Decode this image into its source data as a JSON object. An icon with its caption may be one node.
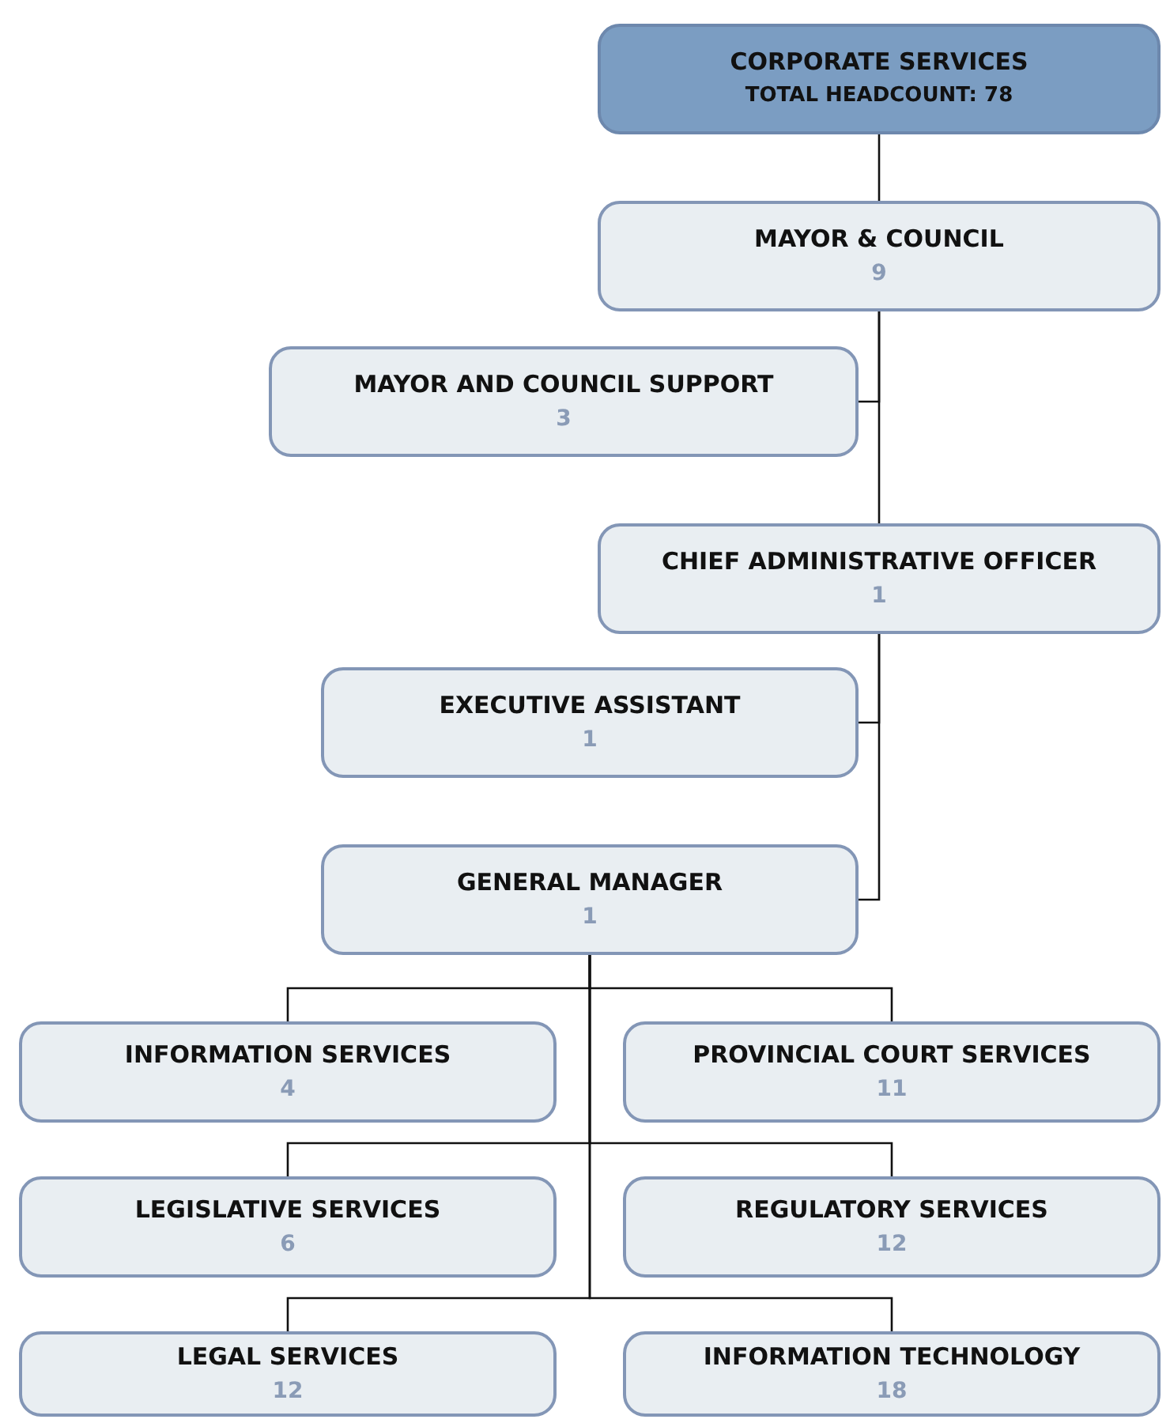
{
  "diagram": {
    "nodes": [
      {
        "text": [
          "CORPORATE SERVICES",
          "TOTAL HEADCOUNT: 78"
        ]
      },
      {
        "text": [
          "MAYOR & COUNCIL",
          "9"
        ]
      },
      {
        "text": [
          "MAYOR AND COUNCIL SUPPORT",
          "3"
        ]
      },
      {
        "text": [
          "CHIEF ADMINISTRATIVE OFFICER",
          "1"
        ]
      },
      {
        "text": [
          "EXECUTIVE ASSISTANT",
          "1"
        ]
      },
      {
        "text": [
          "GENERAL MANAGER",
          "1"
        ]
      },
      {
        "text": [
          "INFORMATION SERVICES",
          "4"
        ]
      },
      {
        "text": [
          "PROVINCIAL COURT SERVICES",
          "11"
        ]
      },
      {
        "text": [
          "LEGISLATIVE SERVICES",
          "6"
        ]
      },
      {
        "text": [
          "REGULATORY SERVICES",
          "12"
        ]
      },
      {
        "text": [
          "LEGAL SERVICES",
          "12"
        ]
      },
      {
        "text": [
          "INFORMATION TECHNOLOGY",
          "18"
        ]
      }
    ],
    "edges": [
      {
        "from": 0,
        "to": 1,
        "arrow": "none"
      },
      {
        "from": 1,
        "to": 2,
        "arrow": "none"
      },
      {
        "from": 1,
        "to": 3,
        "arrow": "none"
      },
      {
        "from": 3,
        "to": 4,
        "arrow": "none"
      },
      {
        "from": 3,
        "to": 5,
        "arrow": "none"
      },
      {
        "from": 5,
        "to": 6,
        "arrow": "none"
      },
      {
        "from": 5,
        "to": 7,
        "arrow": "none"
      },
      {
        "from": 5,
        "to": 8,
        "arrow": "none"
      },
      {
        "from": 5,
        "to": 9,
        "arrow": "none"
      },
      {
        "from": 5,
        "to": 10,
        "arrow": "none"
      },
      {
        "from": 5,
        "to": 11,
        "arrow": "none"
      }
    ]
  }
}
